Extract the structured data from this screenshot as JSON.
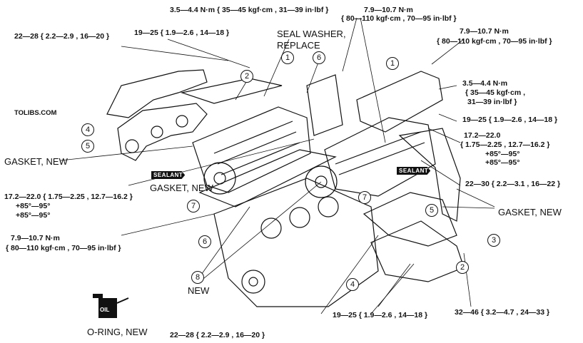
{
  "watermark": "TOLIBS.COM",
  "torque": {
    "t_3544_top": "3.5—4.4 N·m { 35—45 kgf·cm , 31—39 in·lbf }",
    "t_7910_top_1": "7.9—10.7 N·m",
    "t_7910_top_2": "{ 80—110 kgf·cm , 70—95 in·lbf }",
    "t_7910_right_1": "7.9—10.7 N·m",
    "t_7910_right_2": "{ 80—110 kgf·cm , 70—95 in·lbf }",
    "t_2228_top": "22—28 { 2.2—2.9 , 16—20 }",
    "t_1925_top": "19—25 { 1.9—2.6 , 14—18 }",
    "t_3544_right_1": "3.5—4.4 N·m",
    "t_3544_right_2": "{ 35—45 kgf·cm ,",
    "t_3544_right_3": "31—39 in·lbf }",
    "t_1925_right": "19—25 { 1.9—2.6 , 14—18 }",
    "t_1722_right_1": "17.2—22.0",
    "t_1722_right_2": "{ 1.75—2.25 , 12.7—16.2 }",
    "t_1722_right_3": "+85°—95°",
    "t_1722_right_4": "+85°—95°",
    "t_2230_right": "22—30 { 2.2—3.1 , 16—22 }",
    "t_1722_left_1": "17.2—22.0 { 1.75—2.25 , 12.7—16.2 }",
    "t_1722_left_2": "+85°—95°",
    "t_1722_left_3": "+85°—95°",
    "t_7910_left_1": "7.9—10.7 N·m",
    "t_7910_left_2": "{ 80—110 kgf·cm , 70—95 in·lbf }",
    "t_1925_bottom": "19—25 { 1.9—2.6 , 14—18 }",
    "t_3246_bottom": "32—46 { 3.2—4.7 , 24—33 }",
    "t_2228_bottom": "22—28 { 2.2—2.9 , 16—20 }"
  },
  "labels": {
    "seal_washer_1": "SEAL WASHER,",
    "seal_washer_2": "REPLACE",
    "gasket_new_left": "GASKET, NEW",
    "gasket_new_center": "GASKET, NEW",
    "gasket_new_right": "GASKET, NEW",
    "new": "NEW",
    "o_ring_new": "O-RING, NEW",
    "sealant_left": "SEALANT",
    "sealant_right": "SEALANT",
    "oil": "OIL"
  },
  "callouts": {
    "c1_top": "1",
    "c2_top": "2",
    "c6_top": "6",
    "c4_left": "4",
    "c5_left": "5",
    "c7_left": "7",
    "c6_left": "6",
    "c8_left": "8",
    "c1_right": "1",
    "c7_right": "7",
    "c5_right": "5",
    "c3_right": "3",
    "c2_right": "2",
    "c4_bottom": "4"
  }
}
